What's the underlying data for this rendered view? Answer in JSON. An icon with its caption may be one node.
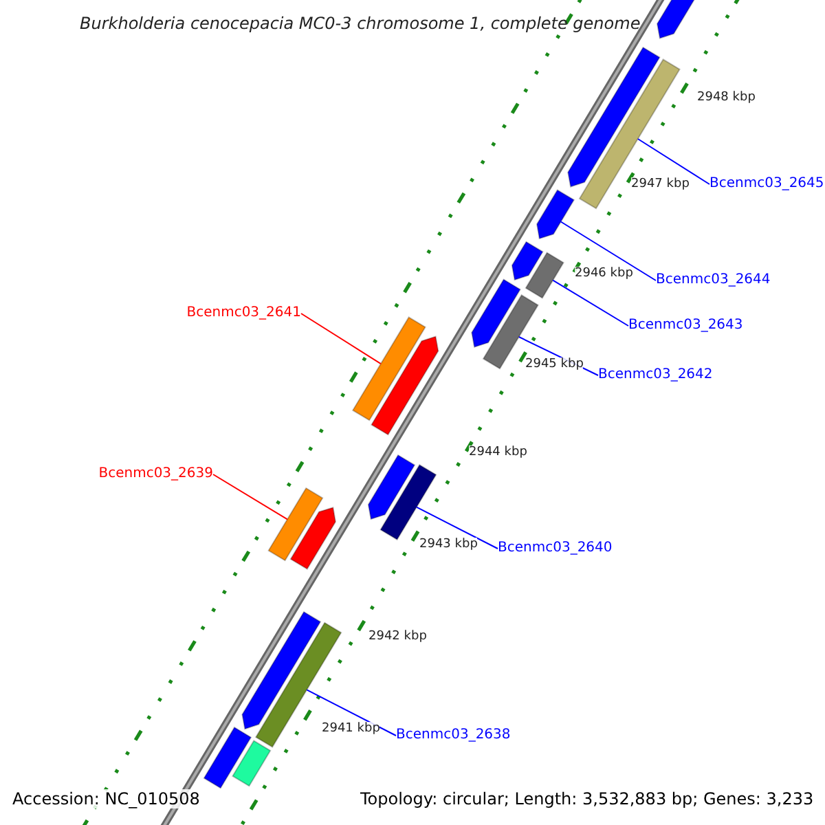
{
  "diagram": {
    "title": "Burkholderia cenocepacia MC0-3 chromosome 1, complete genome",
    "nodes": [
      {
        "text": [],
        "shape": "arrow"
      },
      {
        "text": [],
        "shape": "arrow"
      },
      {
        "text": [],
        "shape": "bar"
      },
      {
        "text": [
          "Bcenmc03_2645"
        ]
      },
      {
        "text": [],
        "shape": "arrow"
      },
      {
        "text": [],
        "shape": "arrow"
      },
      {
        "text": [],
        "shape": "bar"
      },
      {
        "text": [
          "Bcenmc03_2644"
        ]
      },
      {
        "text": [],
        "shape": "arrow"
      },
      {
        "text": [],
        "shape": "bar"
      },
      {
        "text": [
          "Bcenmc03_2641"
        ]
      },
      {
        "text": [],
        "shape": "bar"
      },
      {
        "text": [
          "Bcenmc03_2643"
        ]
      },
      {
        "text": [],
        "shape": "arrow"
      },
      {
        "text": [
          "Bcenmc03_2642"
        ]
      },
      {
        "text": [],
        "shape": "arrow"
      },
      {
        "text": [],
        "shape": "bar"
      },
      {
        "text": [
          "Bcenmc03_2639"
        ]
      },
      {
        "text": [],
        "shape": "bar"
      },
      {
        "text": [],
        "shape": "arrow"
      },
      {
        "text": [
          "Bcenmc03_2640"
        ]
      },
      {
        "text": [],
        "shape": "arrow"
      },
      {
        "text": [],
        "shape": "bar"
      },
      {
        "text": [
          "Bcenmc03_2638"
        ]
      },
      {
        "text": [],
        "shape": "bar"
      },
      {
        "text": [],
        "shape": "bar"
      }
    ],
    "edges": [
      {
        "from": 3,
        "to": 2,
        "arrow": "none"
      },
      {
        "from": 7,
        "to": 4,
        "arrow": "none"
      },
      {
        "from": 12,
        "to": 6,
        "arrow": "none"
      },
      {
        "from": 10,
        "to": 11,
        "arrow": "none",
        "color": "#ff0000"
      },
      {
        "from": 14,
        "to": 9,
        "arrow": "none"
      },
      {
        "from": 17,
        "to": 18,
        "arrow": "none",
        "color": "#ff0000"
      },
      {
        "from": 20,
        "to": 16,
        "arrow": "none"
      },
      {
        "from": 23,
        "to": 22,
        "arrow": "none"
      }
    ],
    "labels": [
      "2948 kbp",
      "2947 kbp",
      "2946 kbp",
      "2945 kbp",
      "2944 kbp",
      "2943 kbp",
      "2942 kbp",
      "2941 kbp",
      "Accession: NC_010508",
      "Topology: circular; Length: 3,532,883 bp; Genes: 3,233"
    ]
  }
}
